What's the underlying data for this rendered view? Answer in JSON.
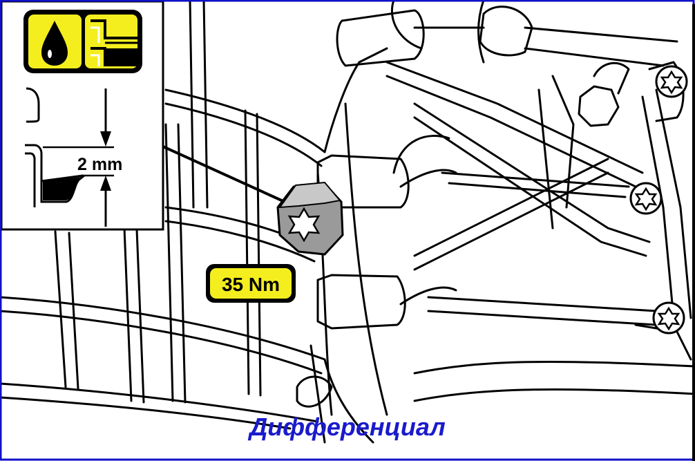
{
  "diagram": {
    "gap_label": "2 mm",
    "torque_label": "35 Nm",
    "caption": "Дифференциал",
    "colors": {
      "accent_yellow": "#f4ee1e",
      "bolt_gray": "#9a9a9a",
      "caption_blue": "#1a1acc",
      "frame_blue": "#1010c8",
      "line": "#000000"
    },
    "icons": [
      "oil-drop-icon",
      "filler-plug-icon"
    ]
  }
}
